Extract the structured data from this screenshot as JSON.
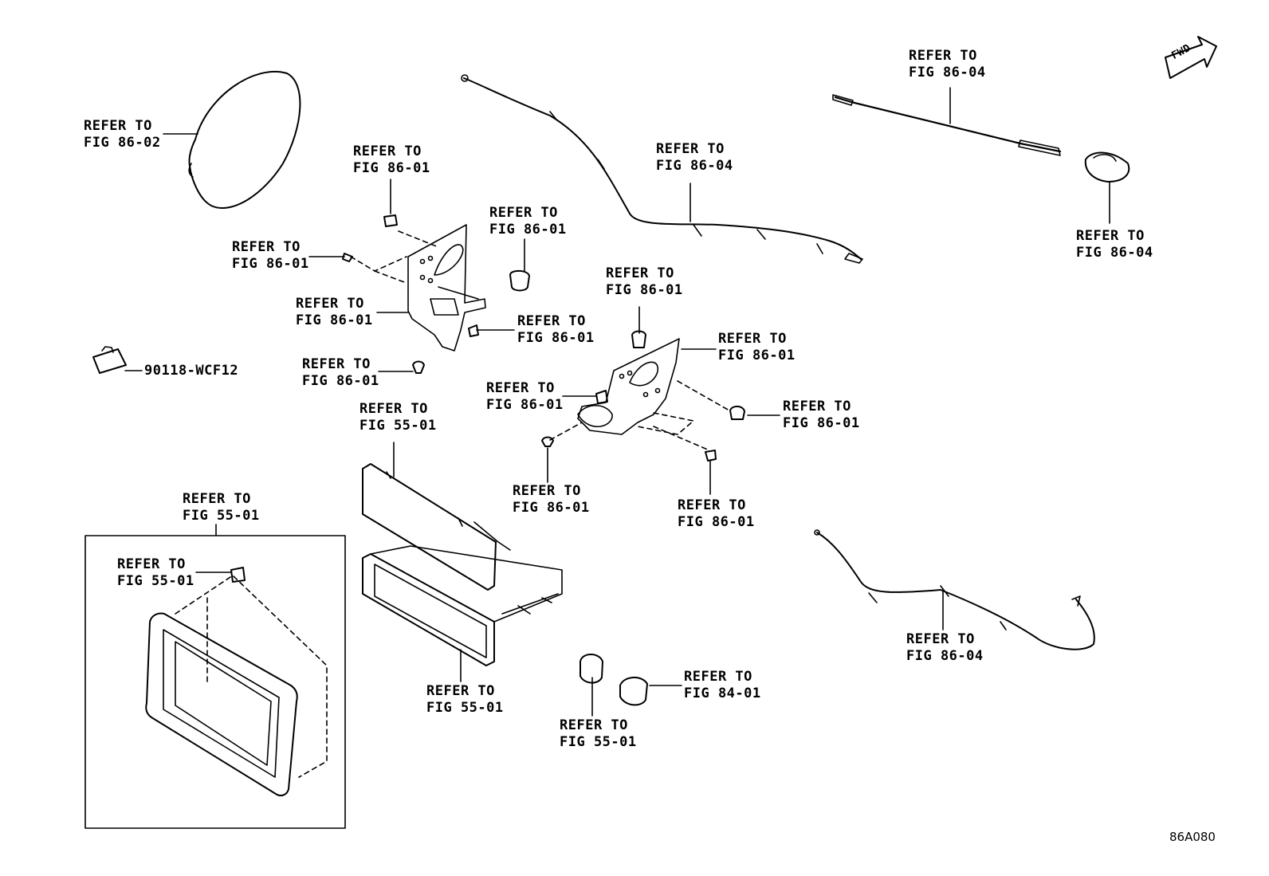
{
  "figure_code": "86A080",
  "fwd_label": "FWD",
  "part_number_label": "90118-WCF12",
  "callouts": [
    {
      "id": "c01",
      "line1": "REFER TO",
      "line2": "FIG 86-02"
    },
    {
      "id": "c02",
      "line1": "REFER TO",
      "line2": "FIG 86-01"
    },
    {
      "id": "c03",
      "line1": "REFER TO",
      "line2": "FIG 86-01"
    },
    {
      "id": "c04",
      "line1": "REFER TO",
      "line2": "FIG 86-01"
    },
    {
      "id": "c05",
      "line1": "REFER TO",
      "line2": "FIG 86-01"
    },
    {
      "id": "c06",
      "line1": "REFER TO",
      "line2": "FIG 86-01"
    },
    {
      "id": "c07",
      "line1": "REFER TO",
      "line2": "FIG 86-01"
    },
    {
      "id": "c08",
      "line1": "REFER TO",
      "line2": "FIG 86-04"
    },
    {
      "id": "c09",
      "line1": "REFER TO",
      "line2": "FIG 86-04"
    },
    {
      "id": "c10",
      "line1": "REFER TO",
      "line2": "FIG 86-04"
    },
    {
      "id": "c11",
      "line1": "REFER TO",
      "line2": "FIG 86-01"
    },
    {
      "id": "c12",
      "line1": "REFER TO",
      "line2": "FIG 86-01"
    },
    {
      "id": "c13",
      "line1": "REFER TO",
      "line2": "FIG 86-01"
    },
    {
      "id": "c14",
      "line1": "REFER TO",
      "line2": "FIG 86-01"
    },
    {
      "id": "c15",
      "line1": "REFER TO",
      "line2": "FIG 86-01"
    },
    {
      "id": "c16",
      "line1": "REFER TO",
      "line2": "FIG 86-01"
    },
    {
      "id": "c17",
      "line1": "REFER TO",
      "line2": "FIG 55-01"
    },
    {
      "id": "c18",
      "line1": "REFER TO",
      "line2": "FIG 55-01"
    },
    {
      "id": "c19",
      "line1": "REFER TO",
      "line2": "FIG 55-01"
    },
    {
      "id": "c20",
      "line1": "REFER TO",
      "line2": "FIG 55-01"
    },
    {
      "id": "c21",
      "line1": "REFER TO",
      "line2": "FIG 55-01"
    },
    {
      "id": "c22",
      "line1": "REFER TO",
      "line2": "FIG 84-01"
    },
    {
      "id": "c23",
      "line1": "REFER TO",
      "line2": "FIG 86-04"
    }
  ]
}
